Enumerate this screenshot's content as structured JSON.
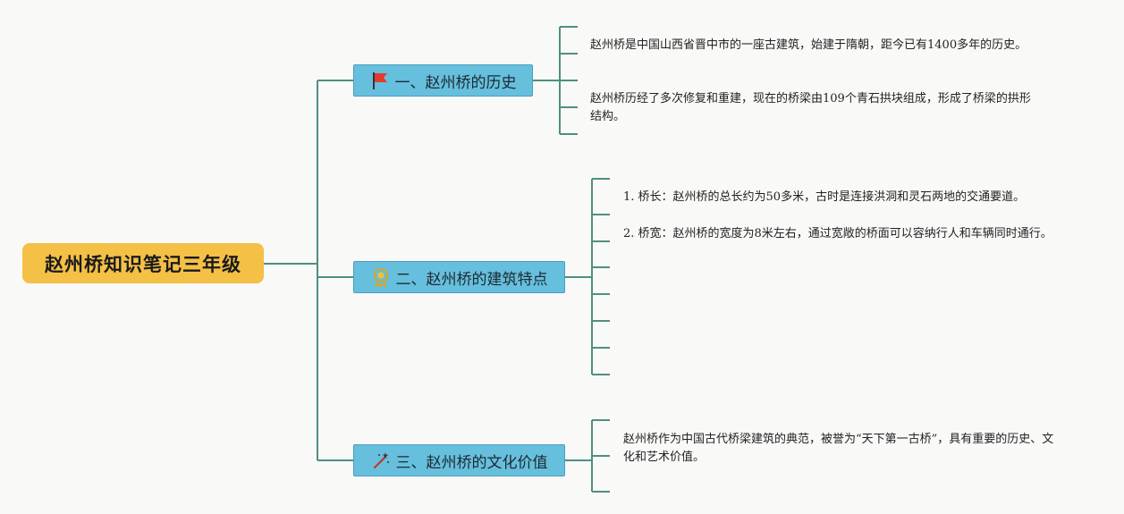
{
  "root": {
    "title": "赵州桥知识笔记三年级"
  },
  "branches": [
    {
      "title": "一、赵州桥的历史",
      "icon": "red-flag-icon",
      "leaves": [
        "赵州桥是中国山西省晋中市的一座古建筑，始建于隋朝，距今已有1400多年的历史。",
        "赵州桥历经了多次修复和重建，现在的桥梁由109个青石拱块组成，形成了桥梁的拱形结构。"
      ]
    },
    {
      "title": "二、赵州桥的建筑特点",
      "icon": "award-medal-icon",
      "leaves": [
        "1. 桥长：赵州桥的总长约为50多米，古时是连接洪洞和灵石两地的交通要道。",
        "2. 桥宽：赵州桥的宽度为8米左右，通过宽敞的桥面可以容纳行人和车辆同时通行。"
      ]
    },
    {
      "title": "三、赵州桥的文化价值",
      "icon": "magic-wand-icon",
      "leaves": [
        "赵州桥作为中国古代桥梁建筑的典范，被誉为“天下第一古桥”，具有重要的历史、文化和艺术价值。"
      ]
    }
  ],
  "colors": {
    "root_fill": "#f4c045",
    "branch_fill": "#66bfdc",
    "connector": "#4f8f80",
    "flag": "#e23b2e"
  }
}
